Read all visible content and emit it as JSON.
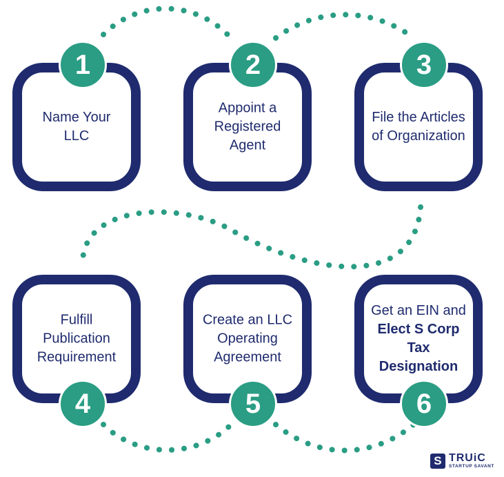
{
  "colors": {
    "card_border": "#1f2b6e",
    "badge": "#2a9d84",
    "text": "#1f2b6e",
    "dots": "#2a9d84"
  },
  "steps": [
    {
      "number": "1",
      "lines": [
        "Name Your",
        "LLC"
      ]
    },
    {
      "number": "2",
      "lines": [
        "Appoint a",
        "Registered",
        "Agent"
      ]
    },
    {
      "number": "3",
      "lines": [
        "File the Articles",
        "of Organization"
      ]
    },
    {
      "number": "4",
      "lines": [
        "Fulfill",
        "Publication",
        "Requirement"
      ]
    },
    {
      "number": "5",
      "lines": [
        "Create an LLC",
        "Operating",
        "Agreement"
      ]
    },
    {
      "number": "6",
      "lines": [
        "Get an EIN and",
        "Elect S Corp Tax",
        "Designation"
      ]
    }
  ],
  "logo": {
    "mark": "S",
    "name": "TRUiC",
    "tagline": "STARTUP SAVANT"
  }
}
